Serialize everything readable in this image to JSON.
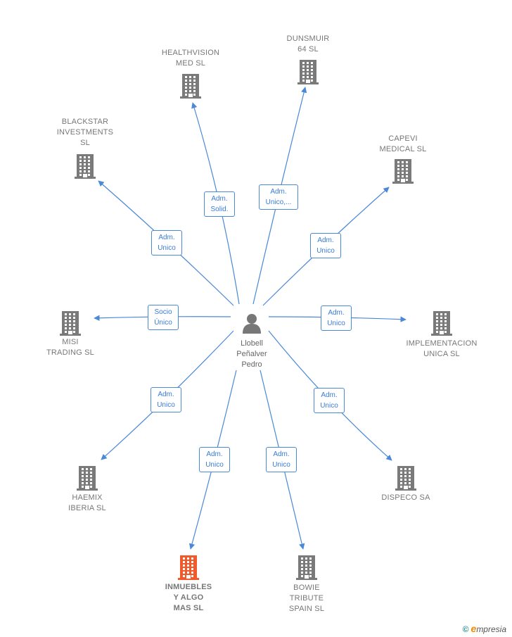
{
  "center": {
    "name": "Llobell\nPeñalver\nPedro",
    "icon": "person-icon",
    "color": "#777777"
  },
  "colors": {
    "building": "#7a7a7a",
    "highlight": "#f15a2b",
    "edge": "#4a88d8"
  },
  "nodes": [
    {
      "id": "healthvision",
      "label": "HEALTHVISION\nMED SL",
      "role": "Adm.\nSolid.",
      "highlight": false
    },
    {
      "id": "dunsmuir",
      "label": "DUNSMUIR\n64 SL",
      "role": "Adm.\nUnico,...",
      "highlight": false
    },
    {
      "id": "blackstar",
      "label": "BLACKSTAR\nINVESTMENTS\nSL",
      "role": "Adm.\nUnico",
      "highlight": false
    },
    {
      "id": "capevi",
      "label": "CAPEVI\nMEDICAL SL",
      "role": "Adm.\nUnico",
      "highlight": false
    },
    {
      "id": "misi",
      "label": "MISI\nTRADING SL",
      "role": "Socio\nÚnico",
      "highlight": false
    },
    {
      "id": "implementacion",
      "label": "IMPLEMENTACION\nUNICA SL",
      "role": "Adm.\nUnico",
      "highlight": false
    },
    {
      "id": "haemix",
      "label": "HAEMIX\nIBERIA SL",
      "role": "Adm.\nUnico",
      "highlight": false
    },
    {
      "id": "dispeco",
      "label": "DISPECO SA",
      "role": "Adm.\nUnico",
      "highlight": false
    },
    {
      "id": "inmuebles",
      "label": "INMUEBLES\nY ALGO\nMAS SL",
      "role": "Adm.\nUnico",
      "highlight": true
    },
    {
      "id": "bowie",
      "label": "BOWIE\nTRIBUTE\nSPAIN SL",
      "role": "Adm.\nUnico",
      "highlight": false
    }
  ],
  "footer": {
    "copyright": "©",
    "brand_e": "e",
    "brand_rest": "mpresia"
  }
}
